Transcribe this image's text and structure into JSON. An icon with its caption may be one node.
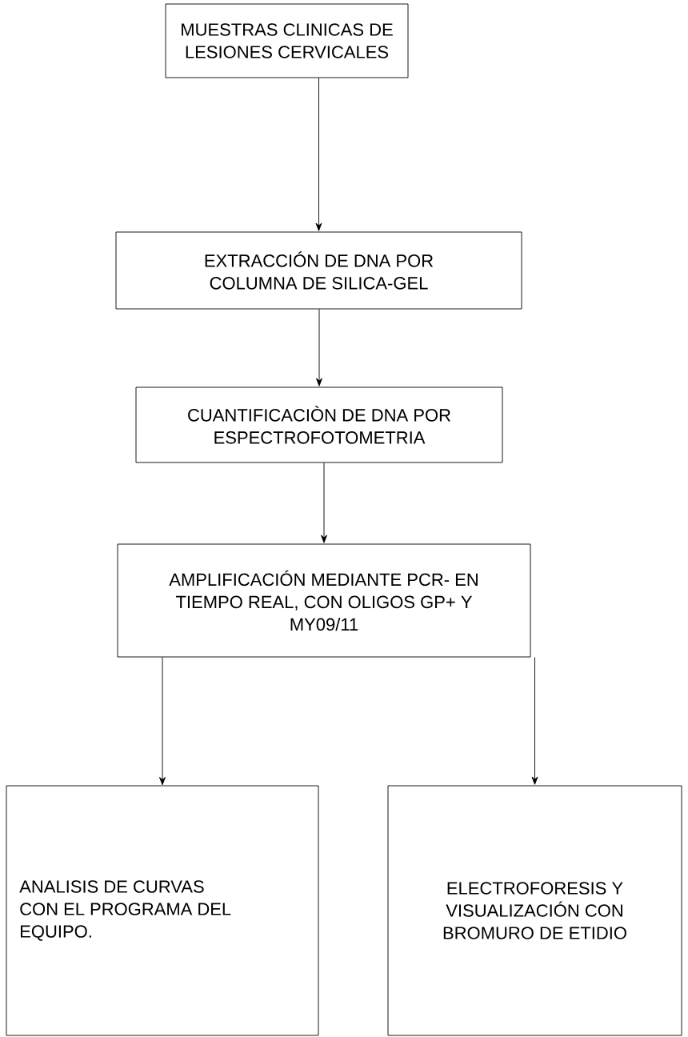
{
  "diagram": {
    "nodes": [
      {
        "text": [
          "MUESTRAS CLINICAS DE LESIONES CERVICALES"
        ]
      },
      {
        "text": [
          "EXTRACCIÓN DE DNA POR COLUMNA DE SILICA-GEL"
        ]
      },
      {
        "text": [
          "CUANTIFICACIÒN DE DNA POR ESPECTROFOTOMETRIA"
        ]
      },
      {
        "text": [
          "AMPLIFICACIÓN MEDIANTE PCR- EN TIEMPO REAL, CON OLIGOS GP+ Y MY09/11"
        ]
      },
      {
        "text": [
          "ANALISIS DE CURVAS CON EL PROGRAMA DEL EQUIPO."
        ]
      },
      {
        "text": [
          "ELECTROFORESIS Y VISUALIZACIÓN CON BROMURO DE ETIDIO"
        ]
      }
    ],
    "edges": [
      {
        "from": 0,
        "to": 1,
        "arrow": "to"
      },
      {
        "from": 1,
        "to": 2,
        "arrow": "to"
      },
      {
        "from": 2,
        "to": 3,
        "arrow": "to"
      },
      {
        "from": 3,
        "to": 4,
        "arrow": "to"
      },
      {
        "from": 3,
        "to": 5,
        "arrow": "to"
      }
    ]
  }
}
